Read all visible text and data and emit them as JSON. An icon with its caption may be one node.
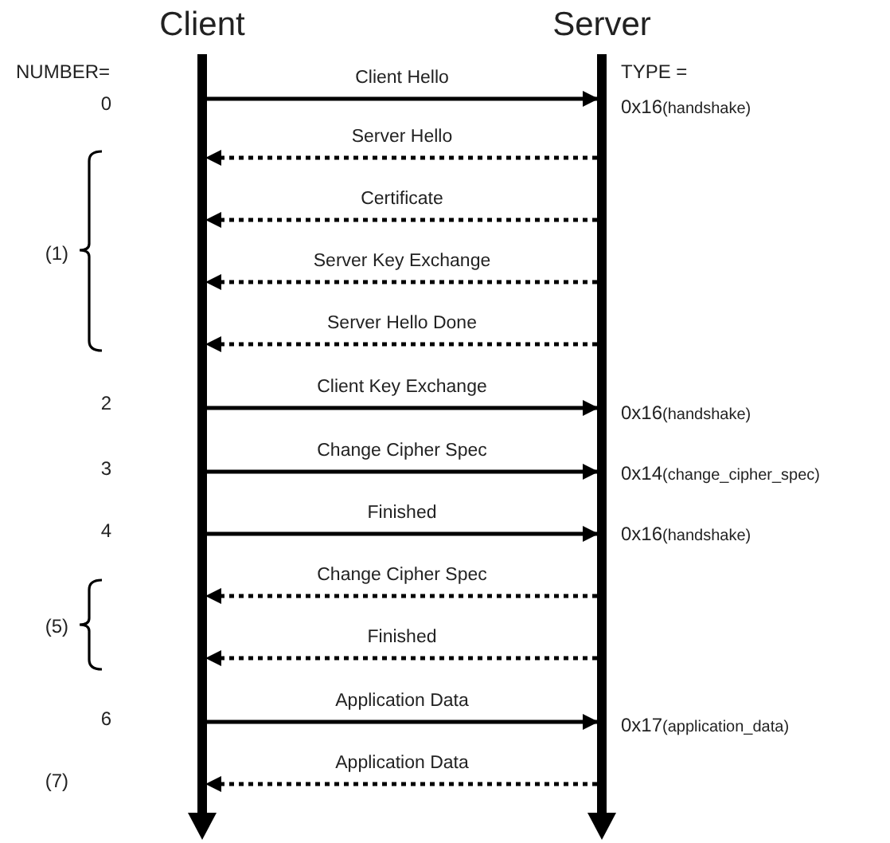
{
  "diagram": {
    "nodes": [
      {
        "text": [
          "Client"
        ]
      },
      {
        "text": [
          "Server"
        ]
      }
    ],
    "edges": [
      {
        "from": 0,
        "to": 1,
        "arrow": "to",
        "label": "Client Hello"
      },
      {
        "from": 1,
        "to": 0,
        "arrow": "to",
        "label": "Server Hello",
        "style": "dashed"
      },
      {
        "from": 1,
        "to": 0,
        "arrow": "to",
        "label": "Certificate",
        "style": "dashed"
      },
      {
        "from": 1,
        "to": 0,
        "arrow": "to",
        "label": "Server Key Exchange",
        "style": "dashed"
      },
      {
        "from": 1,
        "to": 0,
        "arrow": "to",
        "label": "Server Hello Done",
        "style": "dashed"
      },
      {
        "from": 0,
        "to": 1,
        "arrow": "to",
        "label": "Client Key Exchange"
      },
      {
        "from": 0,
        "to": 1,
        "arrow": "to",
        "label": "Change Cipher Spec"
      },
      {
        "from": 0,
        "to": 1,
        "arrow": "to",
        "label": "Finished"
      },
      {
        "from": 1,
        "to": 0,
        "arrow": "to",
        "label": "Change Cipher Spec",
        "style": "dashed"
      },
      {
        "from": 1,
        "to": 0,
        "arrow": "to",
        "label": "Finished",
        "style": "dashed"
      },
      {
        "from": 0,
        "to": 1,
        "arrow": "to",
        "label": "Application Data"
      },
      {
        "from": 1,
        "to": 0,
        "arrow": "to",
        "label": "Application Data",
        "style": "dashed"
      }
    ],
    "labels": [
      "NUMBER=",
      "TYPE =",
      "0",
      "0x16(handshake)",
      "(1)",
      "2",
      "0x16(handshake)",
      "3",
      "0x14(change_cipher_spec)",
      "4",
      "0x16(handshake)",
      "(5)",
      "6",
      "0x17(application_data)",
      "(7)"
    ]
  }
}
